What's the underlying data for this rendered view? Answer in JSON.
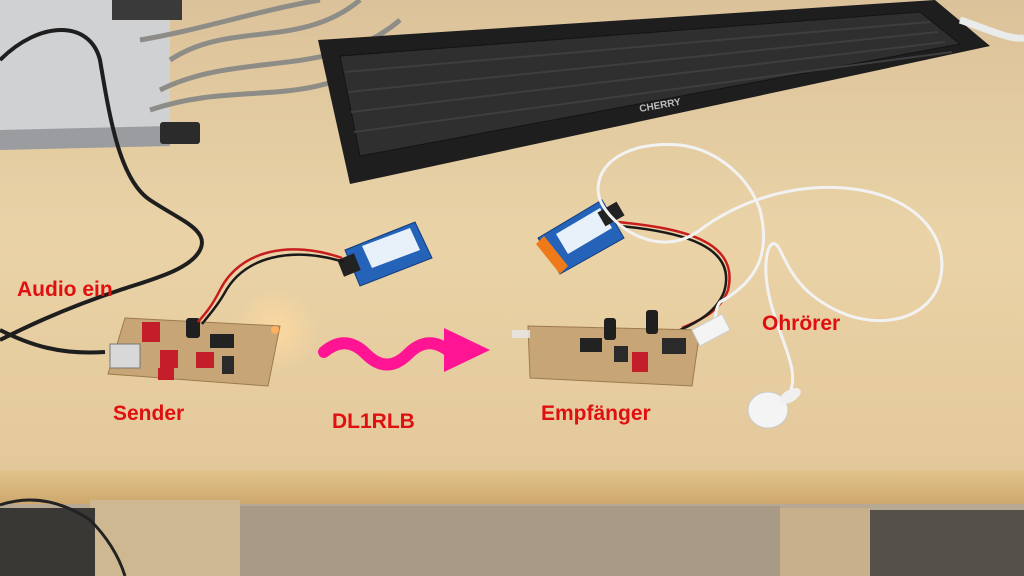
{
  "labels": {
    "audio_in": "Audio ein",
    "sender": "Sender",
    "callsign": "DL1RLB",
    "receiver": "Empfänger",
    "earphone": "Ohrörer"
  },
  "keyboard_brand": "CHERRY",
  "colors": {
    "label_text": "#e01010",
    "arrow": "#ff1493",
    "desk": "#e7cfa2",
    "desk_edge": "#d4b47c",
    "pcb": "#c9a878",
    "battery_blue": "#2563b8",
    "battery_orange": "#ef7a1a",
    "keyboard": "#1e1e1e",
    "earphone_white": "#f4f4f4"
  },
  "icons": {
    "arrow": "wavy-arrow-icon"
  }
}
